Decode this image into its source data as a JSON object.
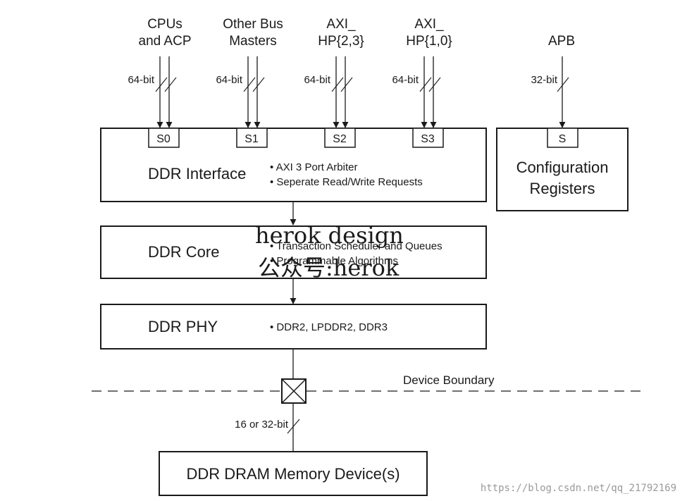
{
  "masters": [
    {
      "line1": "CPUs",
      "line2": "and ACP",
      "width": "64-bit",
      "port": "S0"
    },
    {
      "line1": "Other Bus",
      "line2": "Masters",
      "width": "64-bit",
      "port": "S1"
    },
    {
      "line1": "AXI_",
      "line2": "HP{2,3}",
      "width": "64-bit",
      "port": "S2"
    },
    {
      "line1": "AXI_",
      "line2": "HP{1,0}",
      "width": "64-bit",
      "port": "S3"
    }
  ],
  "apb": {
    "label": "APB",
    "width": "32-bit",
    "port": "S"
  },
  "config_registers": {
    "line1": "Configuration",
    "line2": "Registers"
  },
  "ddr_interface": {
    "title": "DDR Interface",
    "bullets": [
      "• AXI 3 Port Arbiter",
      "• Seperate Read/Write Requests"
    ]
  },
  "ddr_core": {
    "title": "DDR Core",
    "bullets": [
      "• Transaction Scheduler and Queues",
      "• Programmable Algorithms"
    ]
  },
  "ddr_phy": {
    "title": "DDR PHY",
    "bullets": [
      "• DDR2, LPDDR2, DDR3"
    ]
  },
  "device_boundary": "Device Boundary",
  "memory_bus_width": "16 or 32-bit",
  "memory_device": "DDR DRAM Memory Device(s)",
  "watermark": {
    "line1": "herok design",
    "line2": "公众号:herok",
    "color": "#22c322"
  },
  "source_url": "https://blog.csdn.net/qq_21792169"
}
